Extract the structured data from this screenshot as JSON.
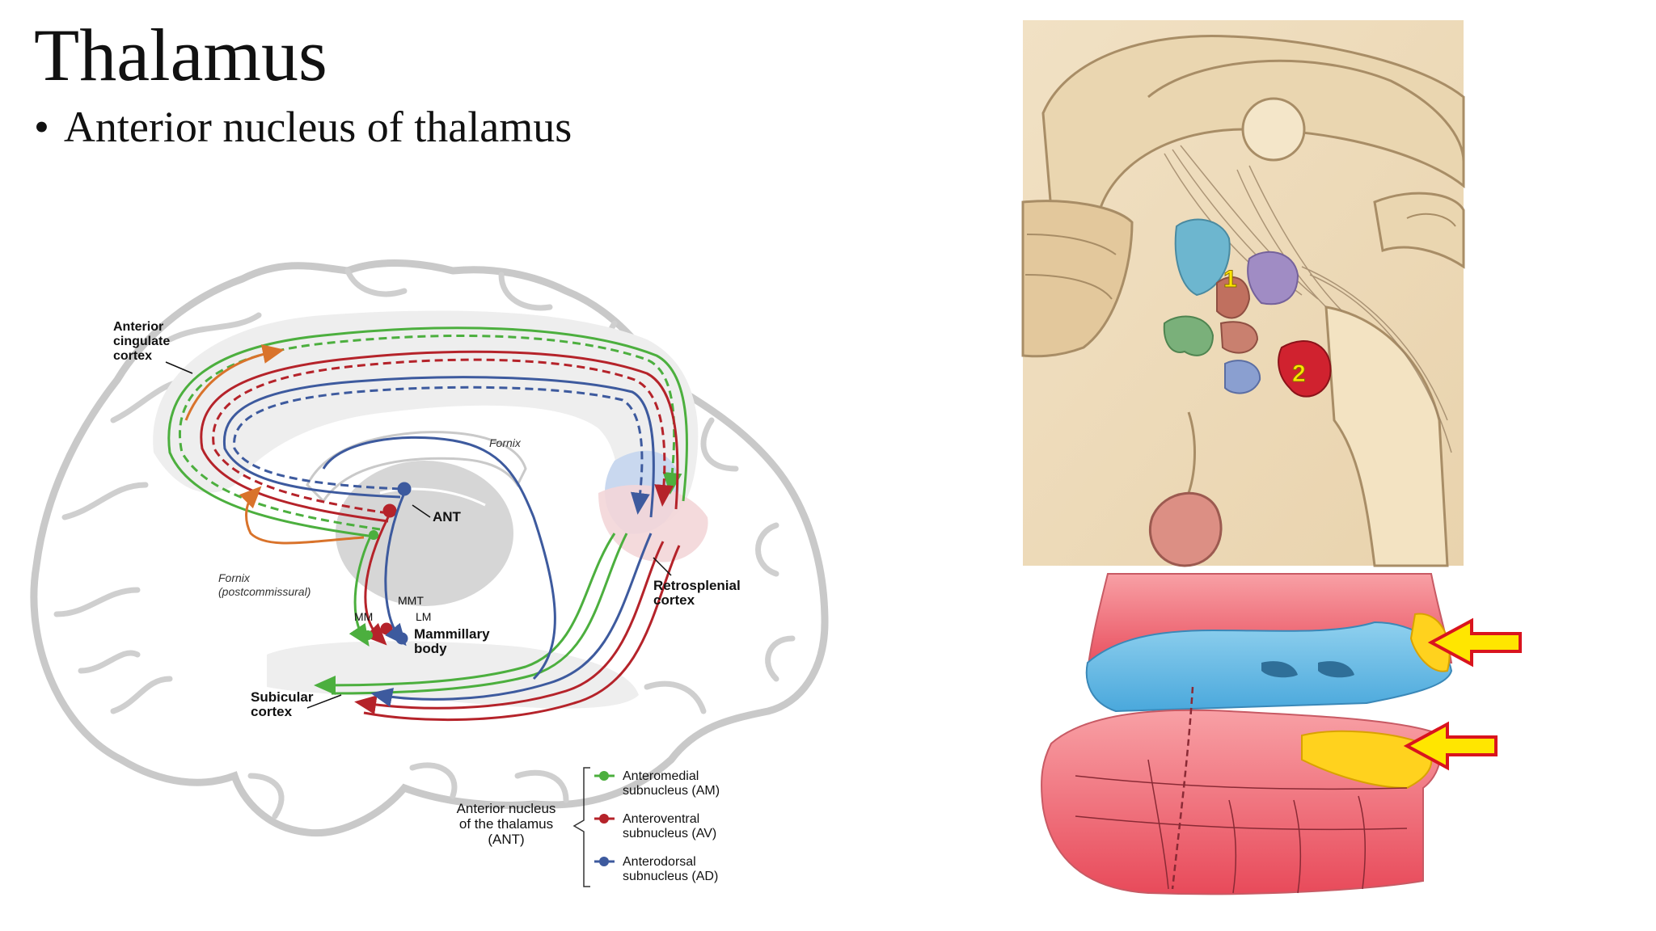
{
  "slide": {
    "title": "Thalamus",
    "bullet": "Anterior nucleus of thalamus"
  },
  "diagram": {
    "labels": {
      "acc_1": "Anterior",
      "acc_2": "cingulate",
      "acc_3": "cortex",
      "fornix": "Fornix",
      "ant": "ANT",
      "fornix_post_1": "Fornix",
      "fornix_post_2": "(postcommissural)",
      "mmt": "MMT",
      "mm": "MM",
      "lm": "LM",
      "mamm_1": "Mammillary",
      "mamm_2": "body",
      "retro_1": "Retrosplenial",
      "retro_2": "cortex",
      "subic_1": "Subicular",
      "subic_2": "cortex"
    },
    "legend": {
      "group_1": "Anterior nucleus",
      "group_2": "of the thalamus",
      "group_3": "(ANT)",
      "items": [
        {
          "line1": "Anteromedial",
          "line2": "subnucleus (AM)",
          "color": "#4caf3e"
        },
        {
          "line1": "Anteroventral",
          "line2": "subnucleus (AV)",
          "color": "#b5232a"
        },
        {
          "line1": "Anterodorsal",
          "line2": "subnucleus (AD)",
          "color": "#3d5a9e"
        }
      ]
    }
  },
  "figure": {
    "label_1": "1",
    "label_2": "2"
  },
  "colors": {
    "green": "#4caf3e",
    "red": "#b5232a",
    "blue": "#3d5a9e",
    "orange": "#d9732b",
    "yellow": "#ffe600"
  }
}
